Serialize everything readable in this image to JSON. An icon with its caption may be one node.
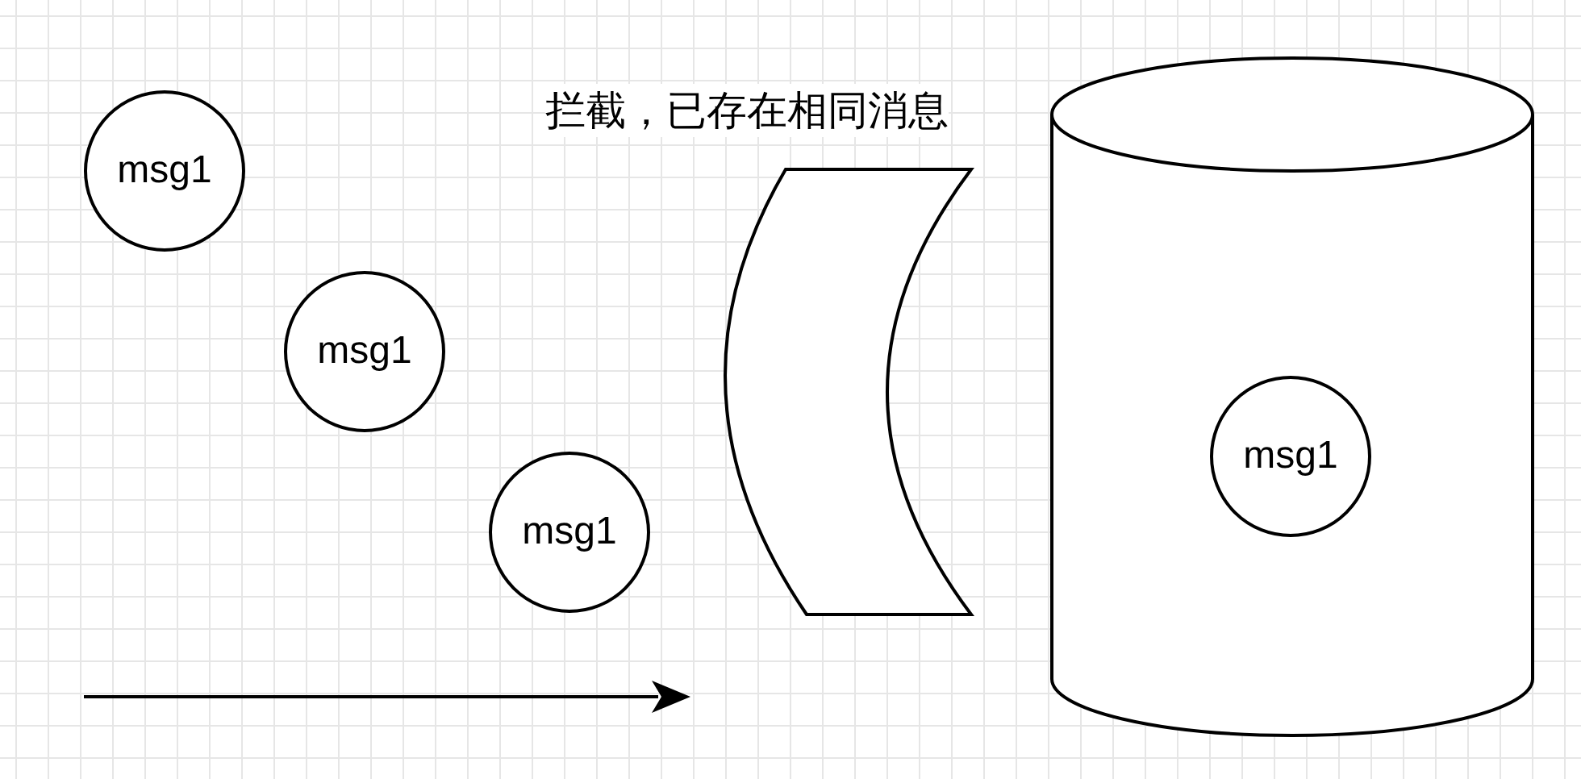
{
  "diagram": {
    "nodes": [
      {
        "text": [
          "msg1"
        ]
      },
      {
        "text": [
          "msg1"
        ]
      },
      {
        "text": [
          "msg1"
        ]
      },
      {
        "text": [
          "拦截，已存在相同消息"
        ]
      },
      {
        "text": [],
        "shape": "cylinder"
      },
      {
        "text": [
          "msg1"
        ],
        "in": 4
      }
    ]
  }
}
